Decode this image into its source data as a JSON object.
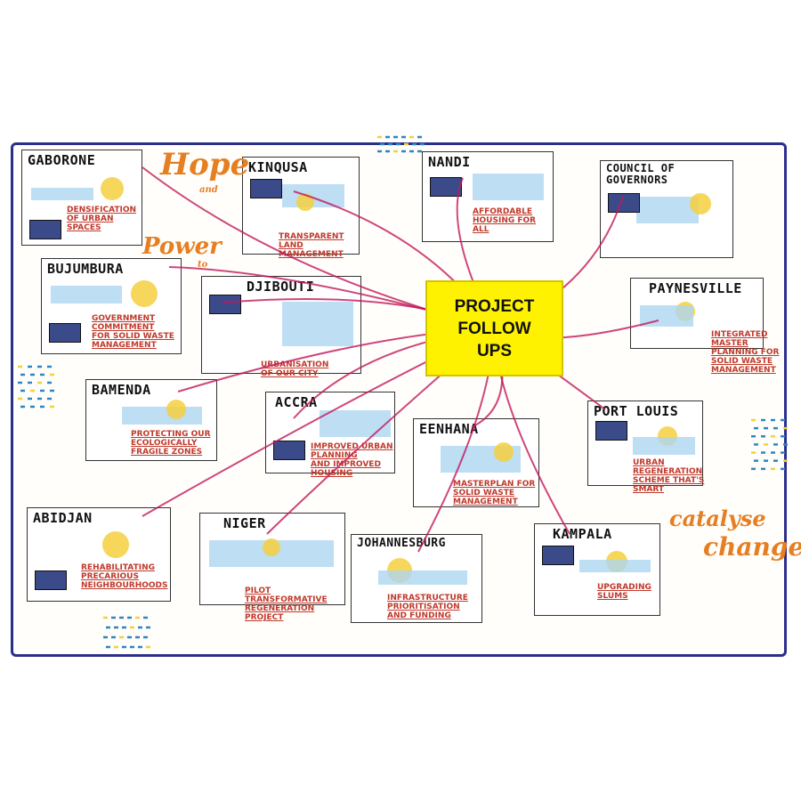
{
  "hub": {
    "line1": "PROJECT",
    "line2": "FOLLOW",
    "line3": "UPS"
  },
  "words": {
    "hope": "Hope",
    "and": "and",
    "power": "Power",
    "to": "to",
    "catalyse": "catalyse",
    "change": "change"
  },
  "cards": [
    {
      "title": "GABORONE",
      "caption1": "DENSIFICATION",
      "caption2": "OF URBAN SPACES"
    },
    {
      "title": "KINQUSA",
      "caption1": "TRANSPARENT",
      "caption2": "LAND MANAGEMENT"
    },
    {
      "title": "NANDI",
      "caption1": "AFFORDABLE",
      "caption2": "HOUSING FOR ALL"
    },
    {
      "title": "COUNCIL OF GOVERNORS",
      "caption1": "",
      "caption2": ""
    },
    {
      "title": "BUJUMBURA",
      "caption1": "GOVERNMENT COMMITMENT",
      "caption2": "FOR SOLID WASTE MANAGEMENT"
    },
    {
      "title": "DJIBOUTI",
      "caption1": "URBANISATION",
      "caption2": "OF OUR CITY"
    },
    {
      "title": "PAYNESVILLE",
      "caption1": "INTEGRATED MASTER",
      "caption2": "PLANNING FOR SOLID WASTE MANAGEMENT"
    },
    {
      "title": "BAMENDA",
      "caption1": "PROTECTING OUR ECOLOGICALLY",
      "caption2": "FRAGILE ZONES"
    },
    {
      "title": "ACCRA",
      "caption1": "IMPROVED URBAN PLANNING",
      "caption2": "AND IMPROVED HOUSING"
    },
    {
      "title": "EENHANA",
      "caption1": "MASTERPLAN FOR SOLID WASTE",
      "caption2": "MANAGEMENT"
    },
    {
      "title": "PORT LOUIS",
      "caption1": "URBAN REGENERATION",
      "caption2": "SCHEME THAT'S SMART"
    },
    {
      "title": "ABIDJAN",
      "caption1": "REHABILITATING PRECARIOUS",
      "caption2": "NEIGHBOURHOODS"
    },
    {
      "title": "NIGER",
      "caption1": "PILOT TRANSFORMATIVE",
      "caption2": "REGENERATION PROJECT"
    },
    {
      "title": "JOHANNESBURG",
      "caption1": "INFRASTRUCTURE PRIORITISATION",
      "caption2": "AND FUNDING"
    },
    {
      "title": "KAMPALA",
      "caption1": "UPGRADING",
      "caption2": "SLUMS"
    }
  ],
  "colors": {
    "frame": "#2b2f8c",
    "hub": "#fff200",
    "line": "#c2185b",
    "caption": "#c0392b",
    "accent": "#e67e22",
    "dash_blue": "#2e86c1",
    "dash_yellow": "#f4d03f"
  }
}
